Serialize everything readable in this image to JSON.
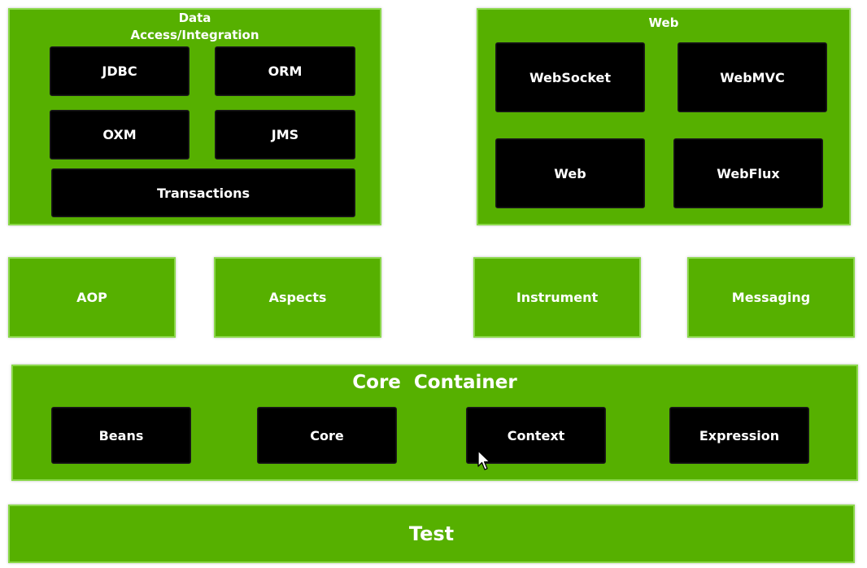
{
  "data_access": {
    "title_line1": "Data",
    "title_line2": "Access/Integration",
    "modules": {
      "jdbc": "JDBC",
      "orm": "ORM",
      "oxm": "OXM",
      "jms": "JMS",
      "transactions": "Transactions"
    }
  },
  "web": {
    "title": "Web",
    "modules": {
      "websocket": "WebSocket",
      "webmvc": "WebMVC",
      "web": "Web",
      "webflux": "WebFlux"
    }
  },
  "middle": {
    "aop": "AOP",
    "aspects": "Aspects",
    "instrument": "Instrument",
    "messaging": "Messaging"
  },
  "core_container": {
    "title": "Core  Container",
    "modules": {
      "beans": "Beans",
      "core": "Core",
      "context": "Context",
      "expression": "Expression"
    }
  },
  "test": {
    "label": "Test"
  },
  "colors": {
    "panel_green": "#56b000",
    "panel_border": "#8bd84a",
    "module_black": "#000000",
    "text_white": "#ffffff"
  },
  "icons": {
    "cursor": "mouse-pointer-icon"
  }
}
